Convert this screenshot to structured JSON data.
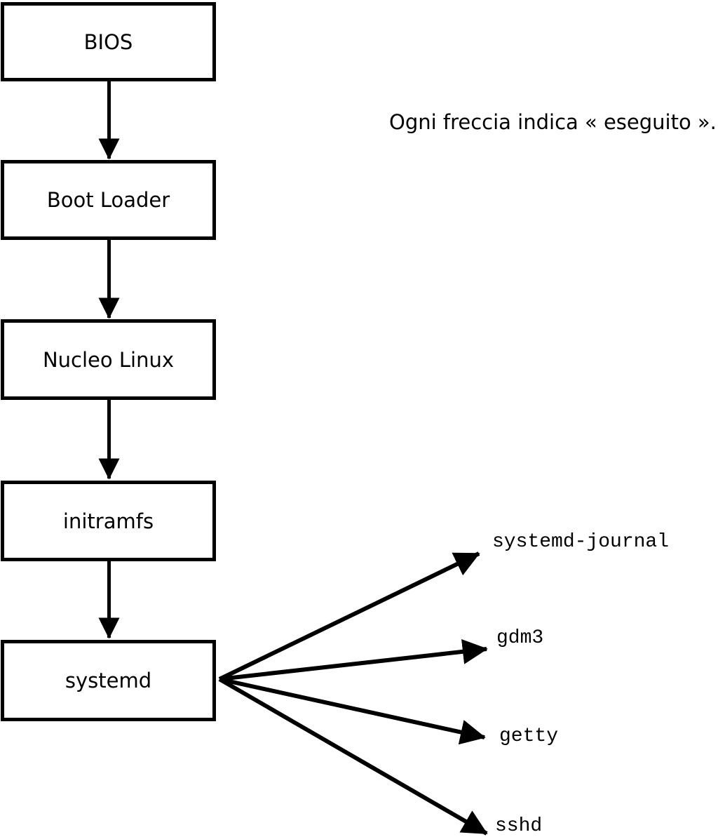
{
  "diagram": {
    "caption": "Ogni freccia indica « eseguito ».",
    "boxes": [
      {
        "id": "bios",
        "label": "BIOS"
      },
      {
        "id": "boot-loader",
        "label": "Boot Loader"
      },
      {
        "id": "nucleo-linux",
        "label": "Nucleo Linux"
      },
      {
        "id": "initramfs",
        "label": "initramfs"
      },
      {
        "id": "systemd",
        "label": "systemd"
      }
    ],
    "services": [
      {
        "id": "systemd-journal",
        "label": "systemd-journal"
      },
      {
        "id": "gdm3",
        "label": "gdm3"
      },
      {
        "id": "getty",
        "label": "getty"
      },
      {
        "id": "sshd",
        "label": "sshd"
      }
    ],
    "colors": {
      "background": "#ffffff",
      "line": "#000000",
      "box_fill": "#ffffff",
      "text": "#000000"
    }
  }
}
